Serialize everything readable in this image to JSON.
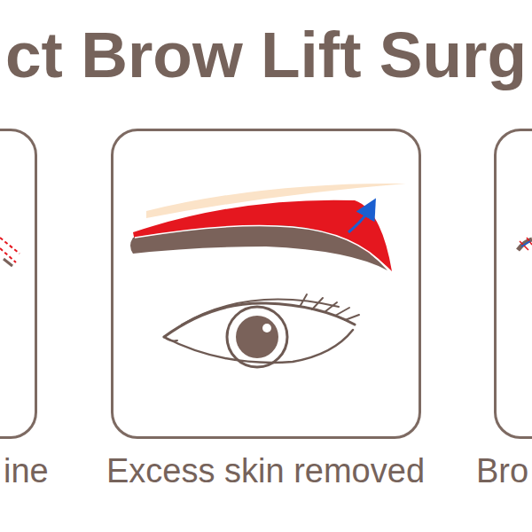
{
  "diagram": {
    "title": "ct Brow Lift Surg",
    "nodes": [
      {
        "text": [
          "ine"
        ]
      },
      {
        "text": [
          "Excess skin removed"
        ]
      },
      {
        "text": [
          "Bro"
        ]
      }
    ]
  }
}
